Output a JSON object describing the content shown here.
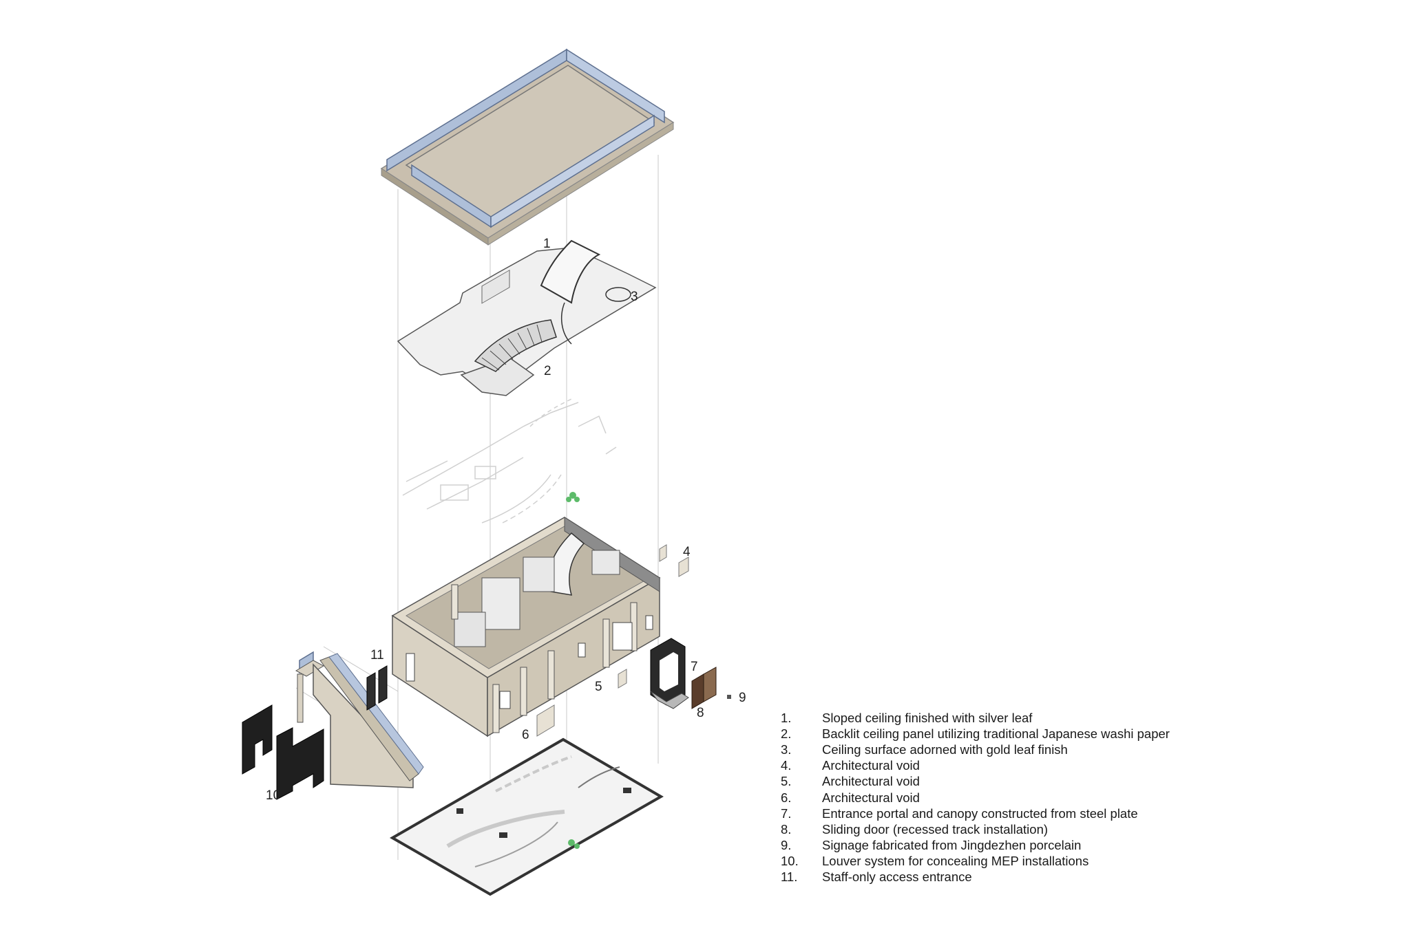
{
  "callouts": [
    "1",
    "2",
    "3",
    "4",
    "5",
    "6",
    "7",
    "8",
    "9",
    "10",
    "11"
  ],
  "legend": [
    {
      "num": "1.",
      "text": "Sloped ceiling finished with silver leaf"
    },
    {
      "num": "2.",
      "text": "Backlit ceiling panel utilizing traditional Japanese washi paper"
    },
    {
      "num": "3.",
      "text": "Ceiling surface adorned with gold leaf finish"
    },
    {
      "num": "4.",
      "text": "Architectural void"
    },
    {
      "num": "5.",
      "text": "Architectural void"
    },
    {
      "num": "6.",
      "text": "Architectural void"
    },
    {
      "num": "7.",
      "text": "Entrance portal and canopy constructed from steel plate"
    },
    {
      "num": "8.",
      "text": "Sliding door (recessed track installation)"
    },
    {
      "num": "9.",
      "text": "Signage fabricated from Jingdezhen porcelain"
    },
    {
      "num": "10.",
      "text": "Louver system for concealing MEP installations"
    },
    {
      "num": "11.",
      "text": "Staff-only access entrance"
    }
  ],
  "colors": {
    "roof_glass": "#aebfd9",
    "roof_deck": "#cfc7b8",
    "wall_beige": "#d9d2c3",
    "wall_shadow": "#bfb7a6",
    "steel_dark": "#2a2a2a",
    "door_brown": "#5a3d2b",
    "plant_green": "#5dbb6a",
    "ceiling_white": "#f2f2f2",
    "guide_line": "#c8c8c8"
  }
}
